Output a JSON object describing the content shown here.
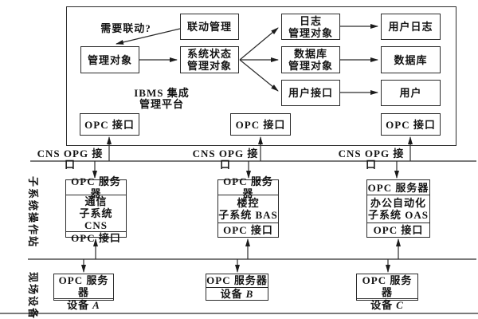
{
  "platform": {
    "title": "IBMS 集成\n管理平台",
    "question": "需要联动?",
    "boxes": {
      "linkage": "联动管理",
      "managed": "管理对象",
      "sys_status": "系统状态\n管理对象",
      "log": "日志\n管理对象",
      "db": "数据库\n管理对象",
      "user_if": "用户接口",
      "user_log": "用户日志",
      "database": "数据库",
      "user": "用户"
    },
    "opc_interfaces": [
      "OPC 接口",
      "OPC 接口",
      "OPC 接口"
    ]
  },
  "bus_labels": [
    "CNS OPG 接口",
    "CNS OPG 接口",
    "CNS OPG 接口"
  ],
  "tier_labels": {
    "operation_station": "子系统操作站",
    "field_device": "现场设备"
  },
  "subsystems": [
    {
      "server": "OPC 服务器",
      "name": "通信\n子系统 CNS",
      "iface": "OPC 接口"
    },
    {
      "server": "OPC 服务器",
      "name": "楼控\n子系统 BAS",
      "iface": "OPC 接口"
    },
    {
      "server": "OPC 服务器",
      "name": "办公自动化\n子系统 OAS",
      "iface": "OPC 接口"
    }
  ],
  "devices": [
    {
      "server": "OPC 服务器",
      "prefix": "设备",
      "letter": "A"
    },
    {
      "server": "OPC 服务器",
      "prefix": "设备",
      "letter": "B"
    },
    {
      "server": "OPC 服务器",
      "prefix": "设备",
      "letter": "C"
    }
  ],
  "colors": {
    "line": "#2b2b2b",
    "background": "#ffffff",
    "text": "#141414"
  }
}
